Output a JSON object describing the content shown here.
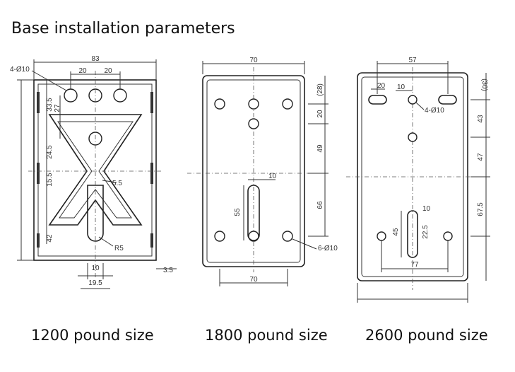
{
  "title": "Base installation parameters",
  "captions": {
    "left": "1200 pound size",
    "middle": "1800 pound size",
    "right": "2600 pound size"
  },
  "plate_1200": {
    "dims": {
      "width": "83",
      "hole_spacing_a": "20",
      "hole_spacing_b": "20",
      "holes": "4-Ø10",
      "v1": "33.5",
      "v2": "27",
      "v3": "24.5",
      "v4": "15.5",
      "v5": "42",
      "r1": "5.5",
      "r2": "R5",
      "slot_w": "10",
      "bottom_w": "19.5",
      "edge": "3.5"
    }
  },
  "plate_1800": {
    "dims": {
      "top_w": "70",
      "top_off": "(28)",
      "v1": "20",
      "v2": "49",
      "v3": "66",
      "slot_w": "10",
      "slot_len": "55",
      "holes": "6-Ø10",
      "bottom_w": "70"
    }
  },
  "plate_2600": {
    "dims": {
      "top_w": "57",
      "slot_w": "20",
      "hole_gap": "10",
      "holes": "4-Ø10",
      "top_off": "(30)",
      "v1": "43",
      "v2": "47",
      "v3": "67.5",
      "slot_w2": "10",
      "slot_len": "45",
      "slot_off": "22.5",
      "bottom_w": "77"
    }
  }
}
